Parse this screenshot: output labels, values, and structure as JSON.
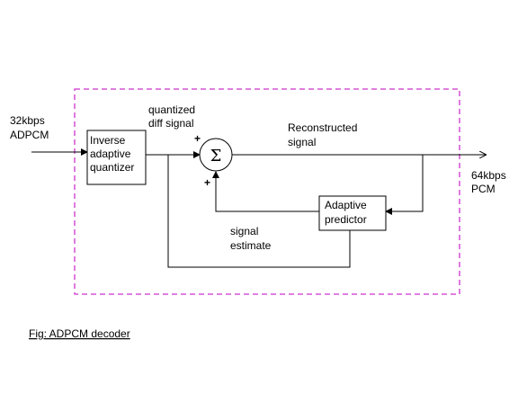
{
  "diagram": {
    "input_label": [
      "32kbps",
      "ADPCM"
    ],
    "quantized_label": [
      "quantized",
      "diff signal"
    ],
    "quantizer_block": [
      "Inverse",
      "adaptive",
      "quantizer"
    ],
    "summer_symbol": "Σ",
    "plus_top": "+",
    "plus_bottom": "+",
    "reconstructed_label": [
      "Reconstructed",
      "signal"
    ],
    "output_label": [
      "64kbps",
      "PCM"
    ],
    "predictor_block": [
      "Adaptive",
      "predictor"
    ],
    "estimate_label": [
      "signal",
      "estimate"
    ],
    "caption": "Fig: ADPCM decoder"
  },
  "colors": {
    "boundary": "#cc33cc",
    "lines": "#000000"
  }
}
